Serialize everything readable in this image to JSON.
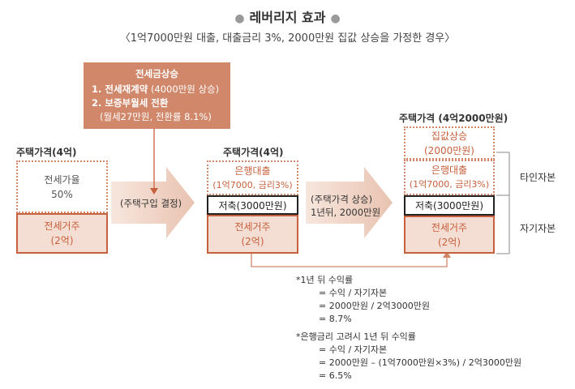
{
  "title": "레버리지 효과",
  "subtitle": "〈1억7000만원 대출, 대출금리 3%, 2000만원 집값 상승을 가정한 경우〉",
  "callout": {
    "header": "전세금상승",
    "item1_bold": "1. 전세재계약",
    "item1_rest": "(4000만원 상승)",
    "item2_bold": "2. 보증부월세 전환",
    "item2_sub": "(월세27만원, 전환률 8.1%)"
  },
  "stage1": {
    "label": "주택가격(4억)",
    "top_line1": "전세가율",
    "top_line2": "50%",
    "bottom_line1": "전세거주",
    "bottom_line2": "(2억)"
  },
  "arrow1_text": "(주택구입 결정)",
  "stage2": {
    "label": "주택가격(4억)",
    "loan_line1": "은행대출",
    "loan_line2": "(1억7000, 금리3%)",
    "savings": "저축(3000만원)",
    "bottom_line1": "전세거주",
    "bottom_line2": "(2억)"
  },
  "arrow2_line1": "(주택가격 상승)",
  "arrow2_line2": "1년뒤, 2000만원",
  "stage3": {
    "label": "주택가격 (4억2000만원)",
    "gain_line1": "집값상승",
    "gain_line2": "(2000만원)",
    "loan_line1": "은행대출",
    "loan_line2": "(1억7000, 금리3%)",
    "savings": "저축(3000만원)",
    "bottom_line1": "전세거주",
    "bottom_line2": "(2억)"
  },
  "side": {
    "other_capital": "타인자본",
    "own_capital": "자기자본"
  },
  "notes": {
    "n1_title": "1년 뒤 수익률",
    "n1_l1": "= 수익 / 자기자본",
    "n1_l2": "= 2000만원 / 2억3000만원",
    "n1_l3": "= 8.7%",
    "n2_title": "은행금리 고려시 1년 뒤 수익률",
    "n2_l1": "= 수익 / 자기자본",
    "n2_l2": "= 2000만원 – (1억7000만원×3%) / 2억3000만원",
    "n2_l3": "= 6.5%"
  },
  "colors": {
    "accent": "#c7603c",
    "callout": "#d0876a",
    "fill": "#f4ddd3",
    "arrow": "#f0d7cb"
  }
}
